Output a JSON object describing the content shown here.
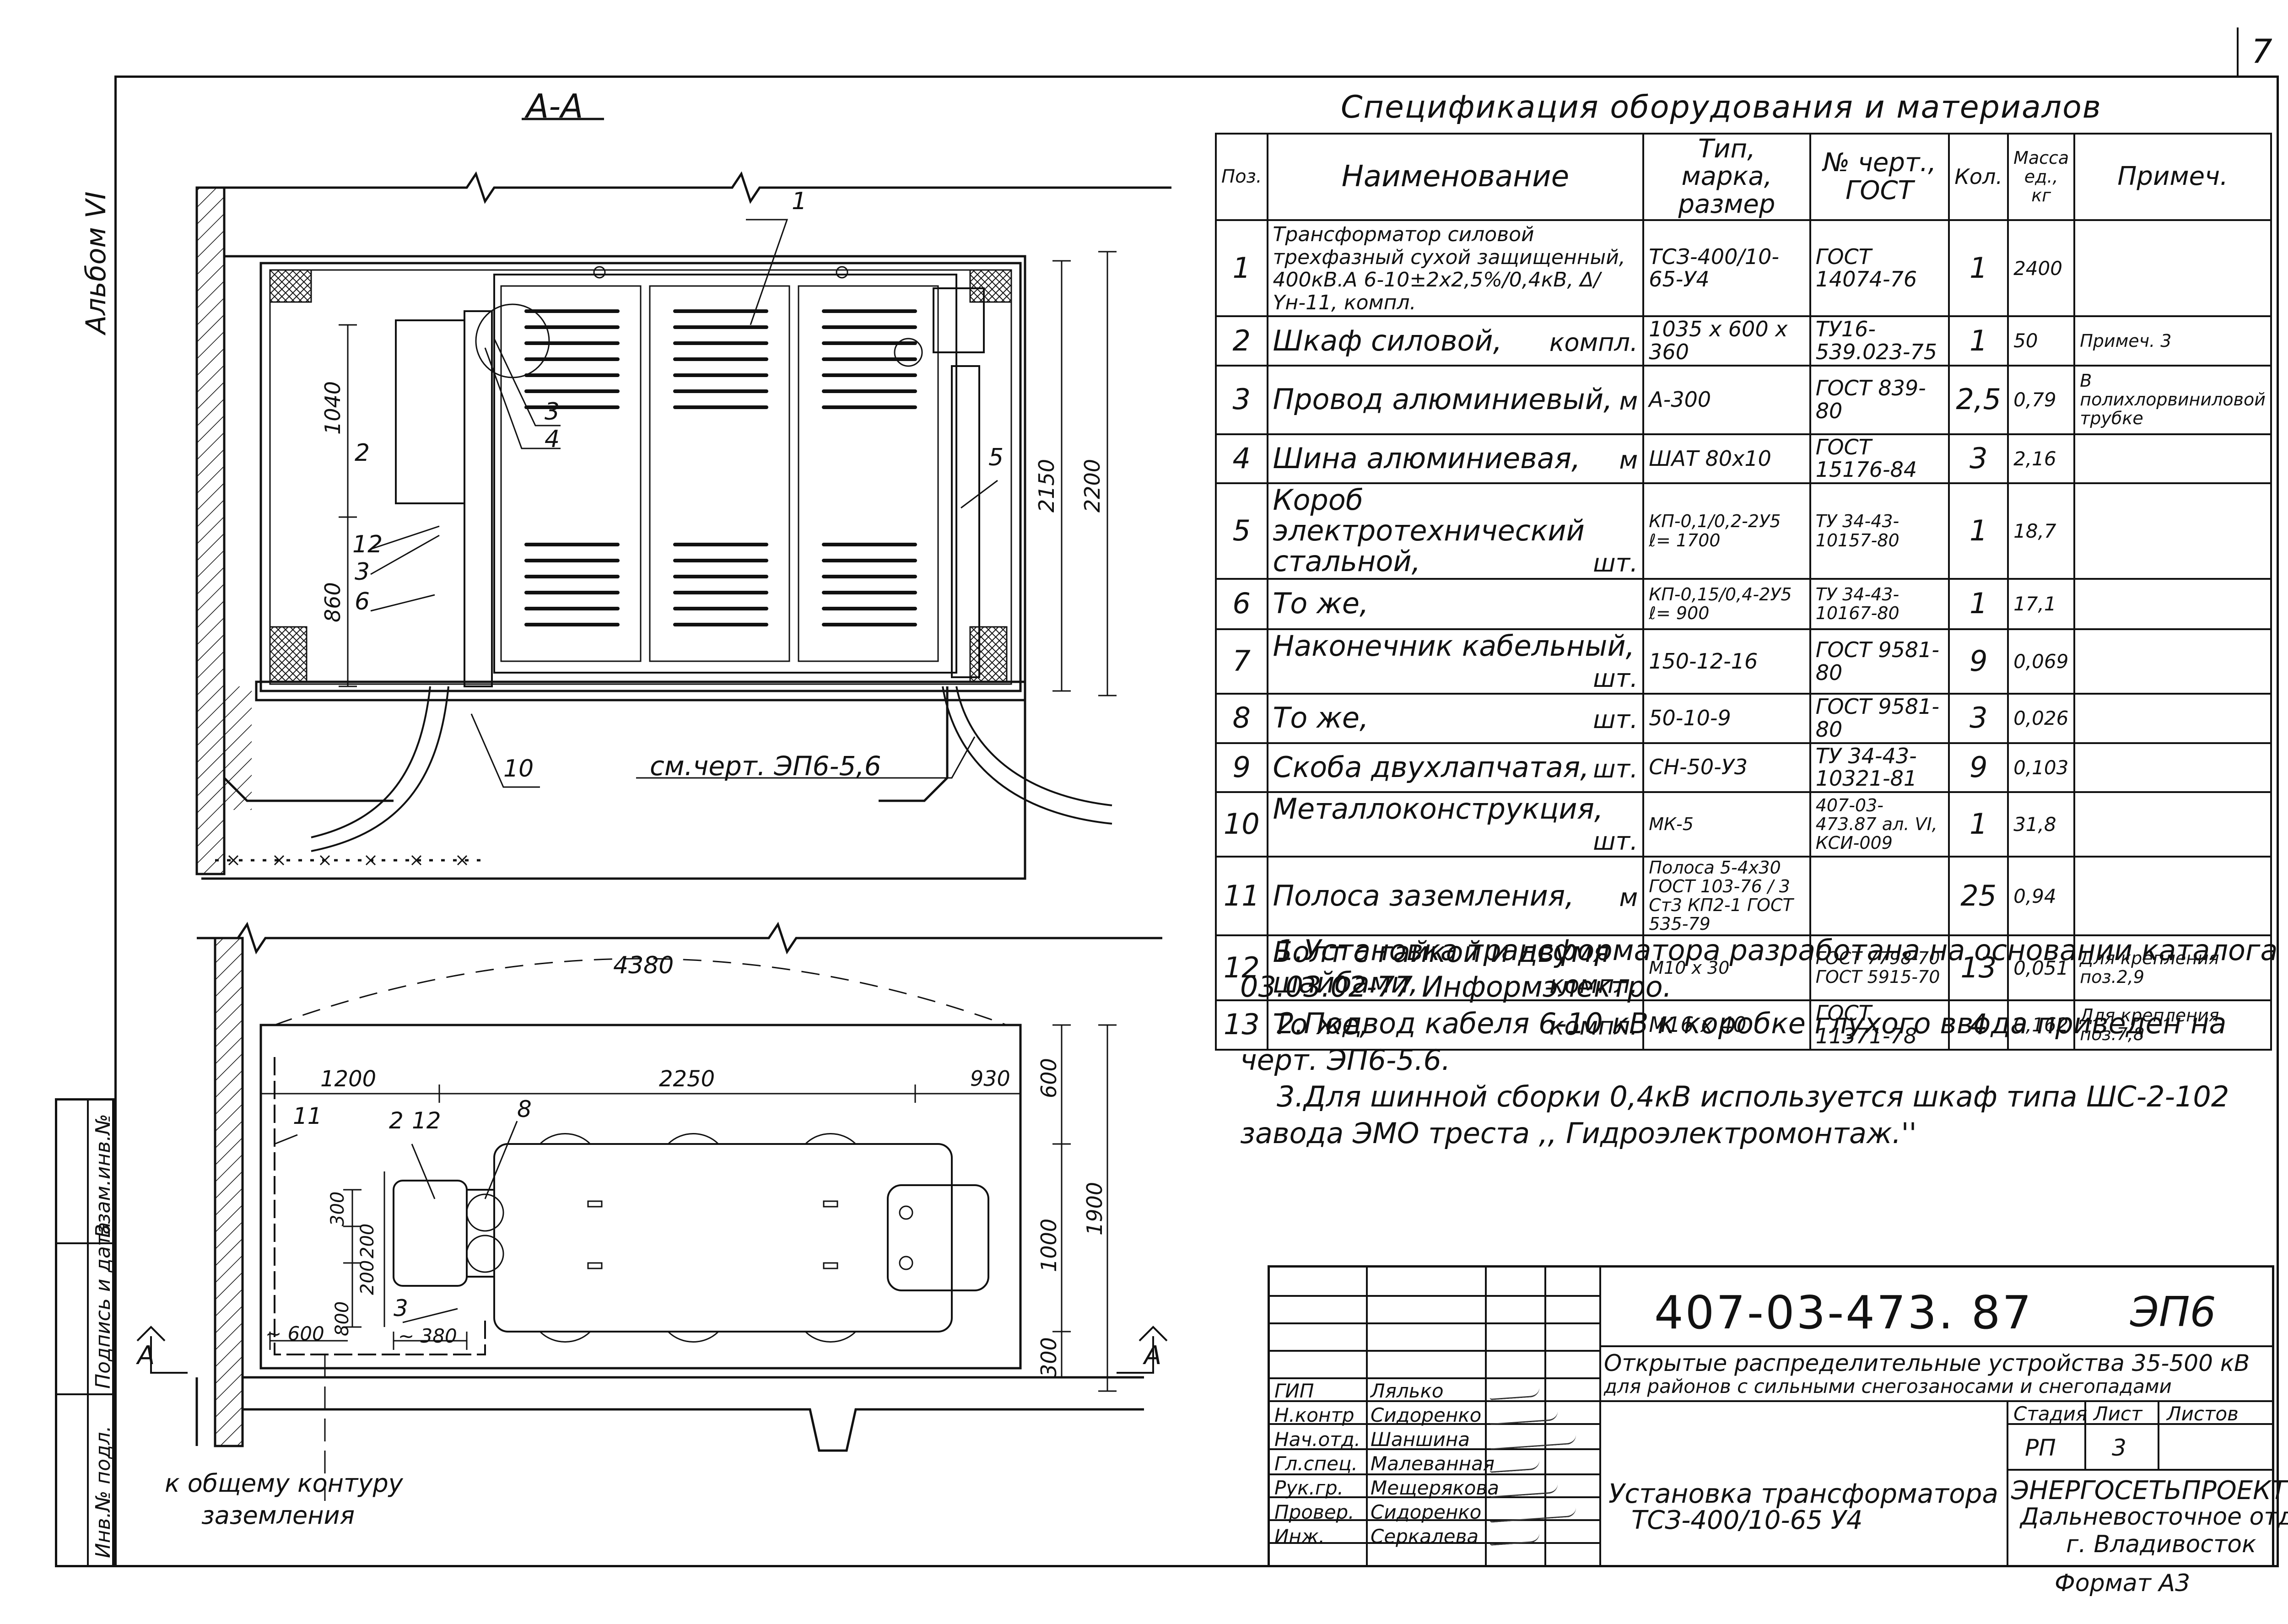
{
  "sheet": {
    "number": "7",
    "album": "Альбом VI"
  },
  "section_label": "А-А",
  "spec": {
    "title": "Спецификация оборудования и материалов",
    "headers": [
      "Поз.",
      "Наименование",
      "Тип, марка, размер",
      "№ черт., ГОСТ",
      "Кол.",
      "Масса ед., кг",
      "Примеч."
    ],
    "rows": [
      {
        "pos": "1",
        "name": "Трансформатор силовой трехфазный сухой защищенный, 400кВ.А 6-10±2х2,5%/0,4кВ, Δ/Υн-11, компл.",
        "type": "ТСЗ-400/10-65-У4",
        "gost": "ГОСТ 14074-76",
        "qty": "1",
        "mass": "2400",
        "note": ""
      },
      {
        "pos": "2",
        "name": "Шкаф силовой,",
        "unit": "компл.",
        "type": "1035 х 600 х 360",
        "gost": "ТУ16-539.023-75",
        "qty": "1",
        "mass": "50",
        "note": "Примеч. 3"
      },
      {
        "pos": "3",
        "name": "Провод алюминиевый,",
        "unit": "м",
        "type": "А-300",
        "gost": "ГОСТ 839-80",
        "qty": "2,5",
        "mass": "0,79",
        "note": "В полихлорвиниловой трубке"
      },
      {
        "pos": "4",
        "name": "Шина алюминиевая,",
        "unit": "м",
        "type": "ШАТ 80х10",
        "gost": "ГОСТ 15176-84",
        "qty": "3",
        "mass": "2,16",
        "note": ""
      },
      {
        "pos": "5",
        "name": "Короб электротехнический стальной,",
        "unit": "шт.",
        "type": "КП-0,1/0,2-2У5 ℓ= 1700",
        "gost": "ТУ 34-43-10157-80",
        "qty": "1",
        "mass": "18,7",
        "note": ""
      },
      {
        "pos": "6",
        "name": "То же,",
        "unit": "",
        "type": "КП-0,15/0,4-2У5 ℓ= 900",
        "gost": "ТУ 34-43-10167-80",
        "qty": "1",
        "mass": "17,1",
        "note": ""
      },
      {
        "pos": "7",
        "name": "Наконечник кабельный,",
        "unit": "шт.",
        "type": "150-12-16",
        "gost": "ГОСТ 9581-80",
        "qty": "9",
        "mass": "0,069",
        "note": ""
      },
      {
        "pos": "8",
        "name": "То же,",
        "unit": "шт.",
        "type": "50-10-9",
        "gost": "ГОСТ 9581-80",
        "qty": "3",
        "mass": "0,026",
        "note": ""
      },
      {
        "pos": "9",
        "name": "Скоба двухлапчатая,",
        "unit": "шт.",
        "type": "СН-50-У3",
        "gost": "ТУ 34-43-10321-81",
        "qty": "9",
        "mass": "0,103",
        "note": ""
      },
      {
        "pos": "10",
        "name": "Металлоконструкция,",
        "unit": "шт.",
        "type": "МК-5",
        "gost": "407-03-473.87 ал. VI, КСИ-009",
        "qty": "1",
        "mass": "31,8",
        "note": ""
      },
      {
        "pos": "11",
        "name": "Полоса заземления,",
        "unit": "м",
        "type": "Полоса 5-4х30 ГОСТ 103-76 / 3 Ст3 КП2-1 ГОСТ 535-79",
        "gost": "",
        "qty": "25",
        "mass": "0,94",
        "note": ""
      },
      {
        "pos": "12",
        "name": "Болт с гайкой и двумя шайбами,",
        "unit": "компл.",
        "type": "М10 х 30",
        "gost": "ГОСТ 7798-70 ГОСТ 5915-70",
        "qty": "13",
        "mass": "0,051",
        "note": "Для крепления поз.2,9"
      },
      {
        "pos": "13",
        "name": "То же,",
        "unit": "компл.",
        "type": "М16 х 40",
        "gost": "ГОСТ 11371-78",
        "qty": "4",
        "mass": "0,162",
        "note": "Для крепления поз.7,8"
      }
    ]
  },
  "notes": [
    "1.Установка трансформатора разработана на основании каталога",
    "03.03.02-77 Информэлектро.",
    "2.Подвод кабеля 6-10 кВ к коробке глухого ввода приведен на",
    "черт. ЭП6-5.6.",
    "3.Для шинной сборки 0,4кВ используется шкаф типа ШС-2-102",
    "завода ЭМО треста ,, Гидроэлектромонтаж.''"
  ],
  "drawing": {
    "callouts": {
      "c1": "1",
      "c2": "2",
      "c3": "3",
      "c4": "4",
      "c5": "5",
      "c6": "6",
      "c10": "10",
      "c12": "12"
    },
    "see_ref": "см.черт. ЭП6-5,6",
    "dims": {
      "d1040": "1040",
      "d860": "860",
      "d2150": "2150",
      "d2200": "2200",
      "d4380": "4380",
      "d1200": "1200",
      "d2250": "2250",
      "d930": "930",
      "d600": "600",
      "d1900": "1900",
      "d1000": "1000",
      "d300": "300",
      "d300b": "300",
      "d200a": "200",
      "d200b": "200",
      "d800": "800",
      "d600b": "~ 600",
      "d380": "~ 380"
    },
    "plan_callouts": {
      "p11": "11",
      "p2": "2",
      "p12": "12",
      "p8": "8",
      "p3": "3"
    },
    "section_marks": {
      "left": "А",
      "right": "А"
    },
    "ground_label_1": "к общему контуру",
    "ground_label_2": "заземления"
  },
  "side_stamp": [
    "Инв.№ подл.",
    "Подпись и дата",
    "Взам.инв.№"
  ],
  "title_block": {
    "code": "407-03-473. 87",
    "sheet_code": "ЭП6",
    "project_1": "Открытые распределительные устройства 35-500 кВ",
    "project_2": "для районов с сильными снегозаносами и снегопадами",
    "drawing_title_1": "Установка трансформатора",
    "drawing_title_2": "ТСЗ-400/10-65 У4",
    "stage_label": "Стадия",
    "sheet_label": "Лист",
    "sheets_label": "Листов",
    "stage": "РП",
    "sheet": "3",
    "org_1": "ЭНЕРГОСЕТЬПРОЕКТ",
    "org_2": "Дальневосточное отд.",
    "org_3": "г. Владивосток",
    "format": "Формат А3",
    "roles": [
      {
        "role": "ГИП",
        "name": "Лялько"
      },
      {
        "role": "Н.контр",
        "name": "Сидоренко"
      },
      {
        "role": "Нач.отд.",
        "name": "Шаншина"
      },
      {
        "role": "Гл.спец.",
        "name": "Малеванная"
      },
      {
        "role": "Рук.гр.",
        "name": "Мещерякова"
      },
      {
        "role": "Провер.",
        "name": "Сидоренко"
      },
      {
        "role": "Инж.",
        "name": "Серкалева"
      }
    ]
  }
}
